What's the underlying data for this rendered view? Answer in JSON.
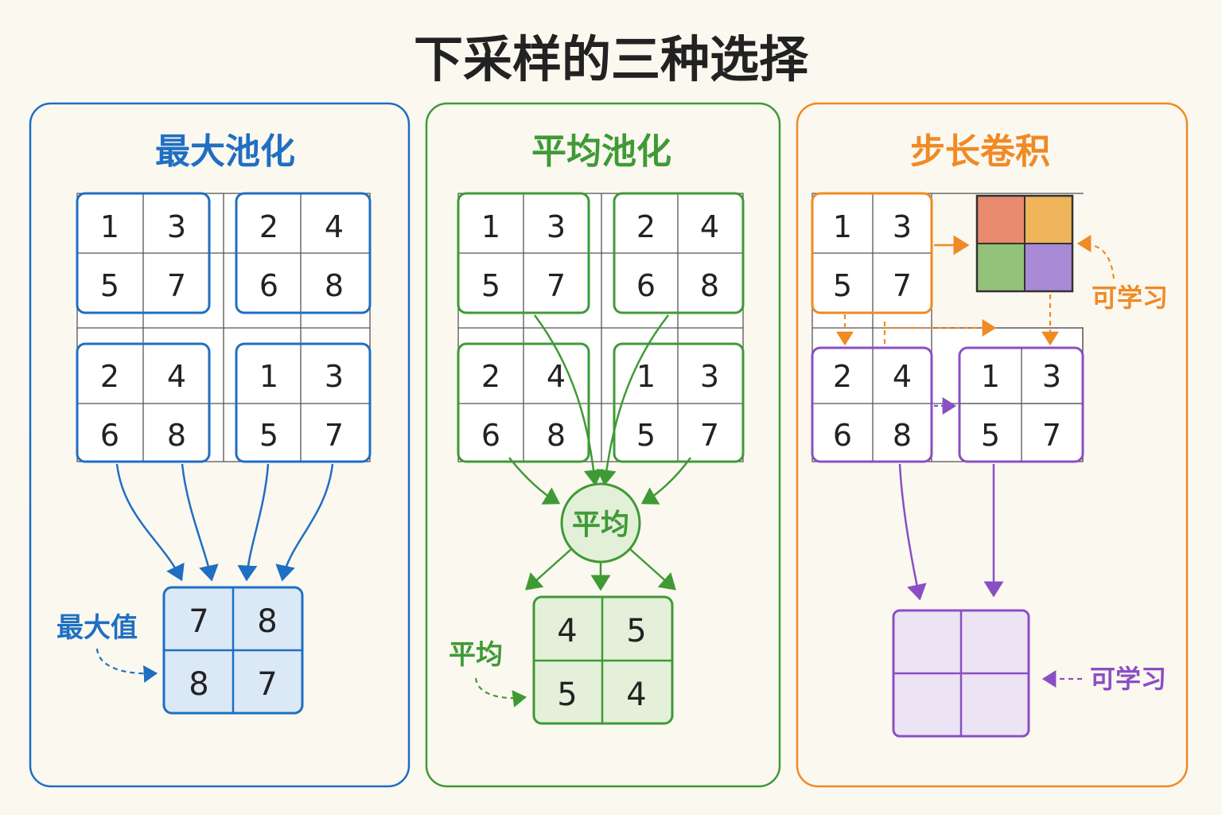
{
  "title": "下采样的三种选择",
  "colors": {
    "max": "#1f6fc2",
    "avg": "#3f9a36",
    "stride": "#f08a24",
    "purple": "#8a4fc4",
    "ink": "#222222",
    "grid": "#444444",
    "bg": "#fbf8f0"
  },
  "panels": {
    "max": {
      "heading": "最大池化",
      "input": [
        [
          "1",
          "3",
          "2",
          "4"
        ],
        [
          "5",
          "7",
          "6",
          "8"
        ],
        [
          "2",
          "4",
          "1",
          "3"
        ],
        [
          "6",
          "8",
          "5",
          "7"
        ]
      ],
      "output": [
        [
          "7",
          "8"
        ],
        [
          "8",
          "7"
        ]
      ],
      "annotation": "最大值"
    },
    "avg": {
      "heading": "平均池化",
      "input": [
        [
          "1",
          "3",
          "2",
          "4"
        ],
        [
          "5",
          "7",
          "6",
          "8"
        ],
        [
          "2",
          "4",
          "1",
          "3"
        ],
        [
          "6",
          "8",
          "5",
          "7"
        ]
      ],
      "node_label": "平均",
      "output": [
        [
          "4",
          "5"
        ],
        [
          "5",
          "4"
        ]
      ],
      "annotation": "平均"
    },
    "stride": {
      "heading": "步长卷积",
      "input": [
        [
          "1",
          "3"
        ],
        [
          "5",
          "7"
        ],
        [
          "2",
          "4"
        ],
        [
          "6",
          "8"
        ]
      ],
      "input_right": [
        [
          "1",
          "3"
        ],
        [
          "5",
          "7"
        ]
      ],
      "kernel_annotation": "可学习",
      "output_annotation": "可学习"
    }
  }
}
